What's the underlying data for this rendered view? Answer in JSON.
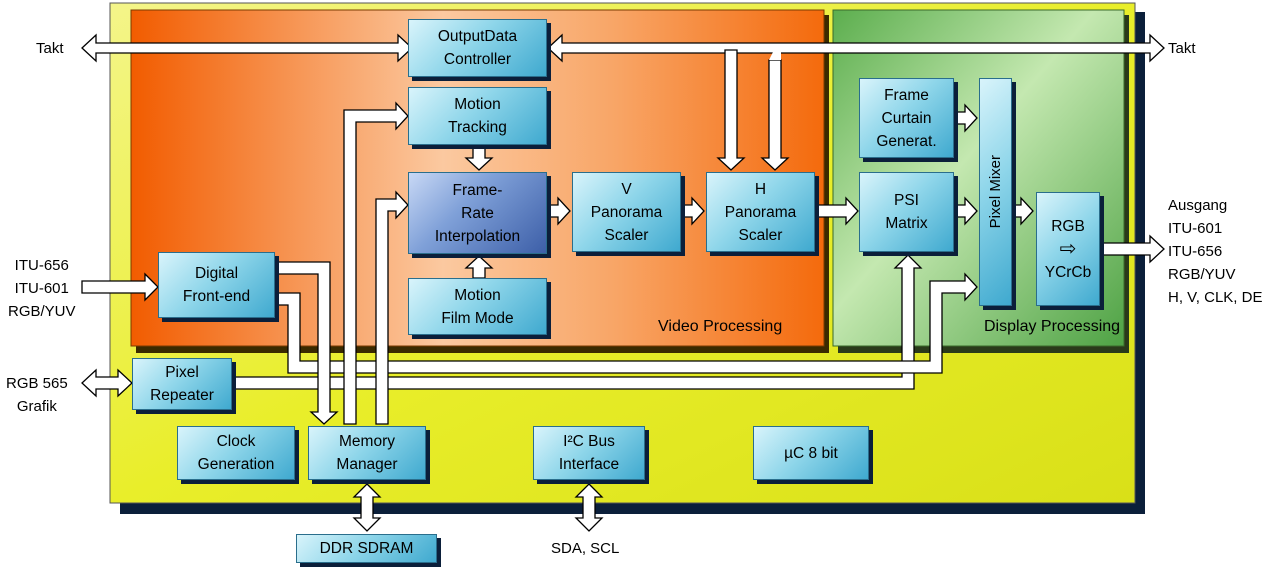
{
  "regions": {
    "video": "Video Processing",
    "display": "Display Processing"
  },
  "blocks": {
    "output_data_controller": [
      "OutputData",
      "Controller"
    ],
    "motion_tracking": [
      "Motion",
      "Tracking"
    ],
    "frame_rate_interpolation": [
      "Frame-",
      "Rate",
      "Interpolation"
    ],
    "motion_film_mode": [
      "Motion",
      "Film Mode"
    ],
    "v_panorama_scaler": [
      "V",
      "Panorama",
      "Scaler"
    ],
    "h_panorama_scaler": [
      "H",
      "Panorama",
      "Scaler"
    ],
    "frame_curtain_generator": [
      "Frame",
      "Curtain",
      "Generat."
    ],
    "psi_matrix": [
      "PSI",
      "Matrix"
    ],
    "pixel_mixer": "Pixel Mixer",
    "rgb_ycrcb": [
      "RGB",
      "⇨",
      "YCrCb"
    ],
    "digital_front_end": [
      "Digital",
      "Front-end"
    ],
    "pixel_repeater": [
      "Pixel",
      "Repeater"
    ],
    "clock_generation": [
      "Clock",
      "Generation"
    ],
    "memory_manager": [
      "Memory",
      "Manager"
    ],
    "i2c_bus_interface": [
      "I²C Bus",
      "Interface"
    ],
    "uc_8bit": "µC 8 bit",
    "ddr_sdram": "DDR SDRAM"
  },
  "external_labels": {
    "takt_left": "Takt",
    "takt_right": "Takt",
    "input_video": [
      "ITU-656",
      "ITU-601",
      "RGB/YUV"
    ],
    "input_graphics": [
      "RGB 565",
      "Grafik"
    ],
    "output": [
      "Ausgang",
      "ITU-601",
      "ITU-656",
      "RGB/YUV",
      "H, V, CLK, DE"
    ],
    "sda_scl": "SDA, SCL"
  },
  "colors": {
    "outer_yellow": "#e9ee2a",
    "video_orange": "#f46a0c",
    "display_green": "#7cc46a",
    "block_blue": "#79cde6",
    "shadow": "#0b1f3a"
  }
}
